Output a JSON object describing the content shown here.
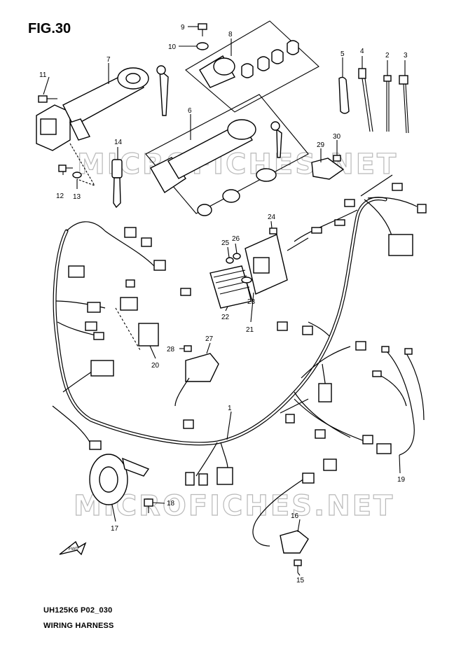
{
  "figure": {
    "title": "FIG.30",
    "code": "UH125K6 P02_030",
    "name": "WIRING HARNESS",
    "watermark": "MICROFICHES.NET",
    "direction_label": "FWD"
  },
  "callouts": {
    "c1": "1",
    "c2": "2",
    "c3": "3",
    "c4": "4",
    "c5": "5",
    "c6": "6",
    "c7": "7",
    "c8": "8",
    "c9": "9",
    "c10": "10",
    "c11": "11",
    "c12": "12",
    "c13": "13",
    "c14": "14",
    "c15": "15",
    "c16": "16",
    "c17": "17",
    "c18": "18",
    "c19": "19",
    "c20": "20",
    "c21": "21",
    "c22": "22",
    "c23": "23",
    "c24": "24",
    "c25": "25",
    "c26": "26",
    "c27": "27",
    "c28": "28",
    "c29": "29",
    "c30": "30"
  }
}
